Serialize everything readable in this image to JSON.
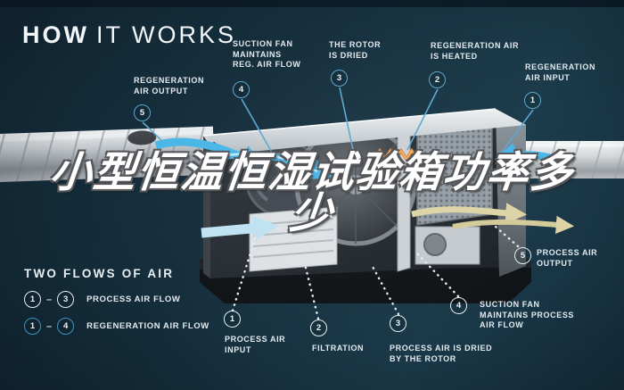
{
  "title": {
    "bold": "HOW",
    "light": "IT WORKS"
  },
  "overlay": {
    "line1": "小型恒温恒湿试验箱功率多",
    "line2": "少"
  },
  "callouts": {
    "reg_output": {
      "num": "5",
      "l1": "REGENERATION",
      "l2": "AIR OUTPUT"
    },
    "suction_reg": {
      "num": "4",
      "l1": "SUCTION FAN",
      "l2": "MAINTAINS",
      "l3": "REG. AIR FLOW"
    },
    "rotor_dried": {
      "num": "3",
      "l1": "THE ROTOR",
      "l2": "IS DRIED"
    },
    "reg_heated": {
      "num": "2",
      "l1": "REGENERATION AIR",
      "l2": "IS HEATED"
    },
    "reg_input": {
      "num": "1",
      "l1": "REGENERATION",
      "l2": "AIR INPUT"
    },
    "process_output": {
      "num": "5",
      "l1": "PROCESS AIR",
      "l2": "OUTPUT"
    },
    "suction_process": {
      "num": "4",
      "l1": "SUCTION FAN",
      "l2": "MAINTAINS PROCESS",
      "l3": "AIR FLOW"
    },
    "process_input": {
      "num": "1",
      "l1": "PROCESS AIR",
      "l2": "INPUT"
    },
    "filtration": {
      "num": "2",
      "l1": "FILTRATION"
    },
    "process_dried": {
      "num": "3",
      "l1": "PROCESS AIR IS DRIED",
      "l2": "BY THE ROTOR"
    }
  },
  "legend": {
    "title": "TWO FLOWS OF AIR",
    "dash": "–",
    "rows": [
      {
        "from": "1",
        "to": "3",
        "label": "PROCESS AIR FLOW"
      },
      {
        "from": "1",
        "to": "4",
        "label": "REGENERATION AIR FLOW"
      }
    ]
  },
  "colors": {
    "background": "#152e3c",
    "accent_cyan": "#47b6e7",
    "badge_cyan_border": "#5fa8cc",
    "badge_white_border": "#e9eff3",
    "legend_blue_border": "#3f93c4",
    "heater_orange": "#e0873a",
    "process_khaki": "#dcd3a6",
    "label_text": "#e4ebf0"
  }
}
